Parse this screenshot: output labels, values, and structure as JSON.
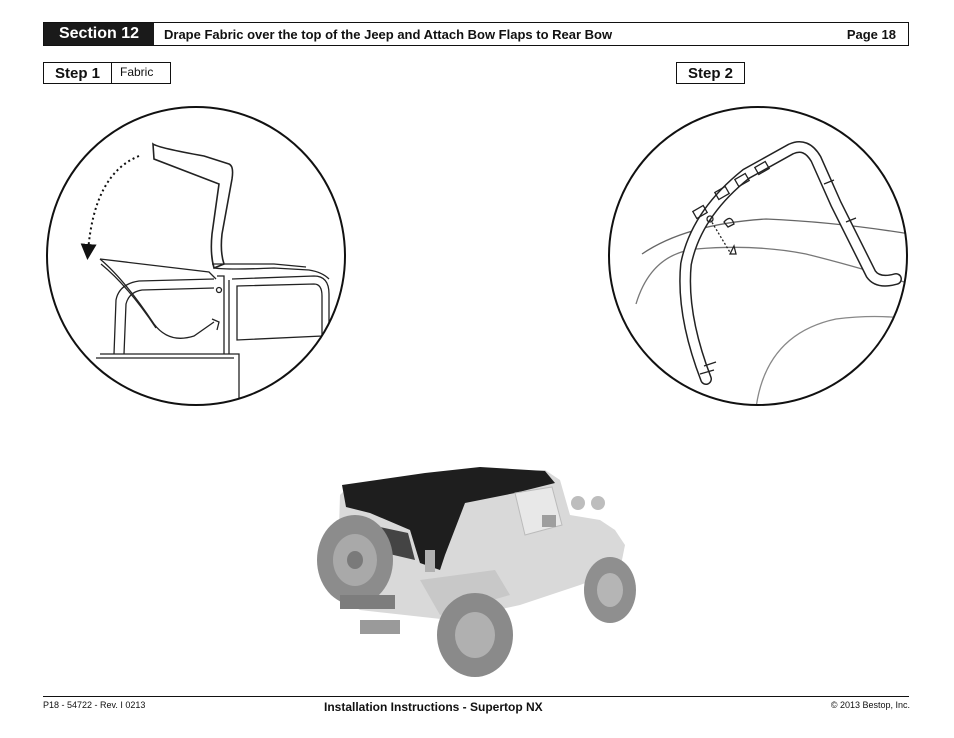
{
  "header": {
    "section": "Section 12",
    "title": "Drape Fabric over the top of the Jeep and Attach Bow Flaps to Rear Bow",
    "page": "Page 18"
  },
  "step1": {
    "label": "Step 1",
    "tag": "Fabric"
  },
  "step2": {
    "label": "Step 2"
  },
  "footer": {
    "doc_id": "P18 - 54722 - Rev. I 0213",
    "title": "Installation Instructions - Supertop NX",
    "copyright": "© 2013 Bestop, Inc."
  }
}
